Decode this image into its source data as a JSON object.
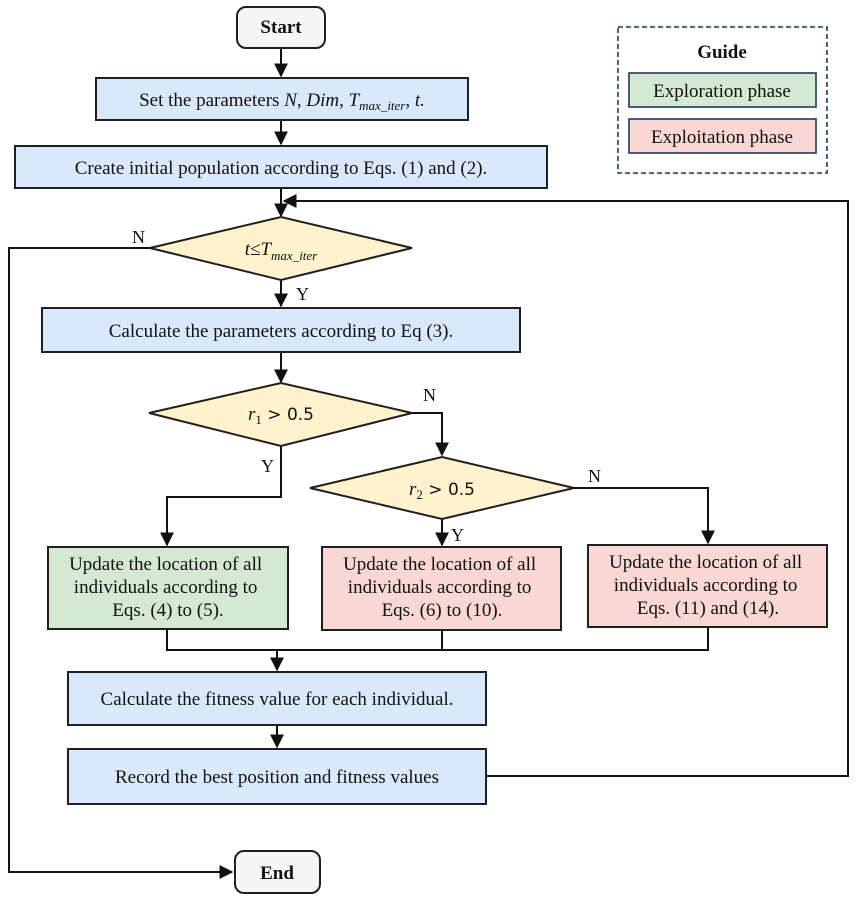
{
  "nodes": {
    "start": "Start",
    "end": "End",
    "set_params_prefix": "Set the parameters ",
    "set_params_vars": "N, Dim, T",
    "set_params_sub": "max_iter",
    "set_params_suffix": ", t.",
    "create_pop": "Create initial population according to Eqs. (1) and (2).",
    "cond_t_lhs": "t≤T",
    "cond_t_sub": "max_iter",
    "calc_params": "Calculate the parameters according to Eq (3).",
    "cond_r1_var": "r",
    "cond_r1_sub": "1",
    "cond_r1_rest": " > 0.5",
    "cond_r2_var": "r",
    "cond_r2_sub": "2",
    "cond_r2_rest": " > 0.5",
    "update_exploration": [
      "Update the location of all",
      "individuals according to",
      "Eqs. (4) to (5)."
    ],
    "update_exploit_1": [
      "Update the location of all",
      "individuals according to",
      "Eqs. (6) to (10)."
    ],
    "update_exploit_2": [
      "Update the location of all",
      "individuals according to",
      "Eqs. (11) and (14)."
    ],
    "calc_fitness": "Calculate the fitness value for each individual.",
    "record_best": "Record the best position and fitness values"
  },
  "edge_labels": {
    "t_no": "N",
    "t_yes": "Y",
    "r1_no": "N",
    "r1_yes": "Y",
    "r2_no": "N",
    "r2_yes": "Y"
  },
  "guide": {
    "title": "Guide",
    "items": [
      {
        "label": "Exploration phase",
        "color": "#d5e8d4"
      },
      {
        "label": "Exploitation phase",
        "color": "#f8d7d5"
      }
    ]
  },
  "colors": {
    "process": "#dae8fc",
    "exploration": "#d5e8d4",
    "exploitation": "#f8d7d5",
    "decision": "#fff2cc",
    "terminal": "#f5f5f5",
    "guide_border": "#1f3864"
  }
}
